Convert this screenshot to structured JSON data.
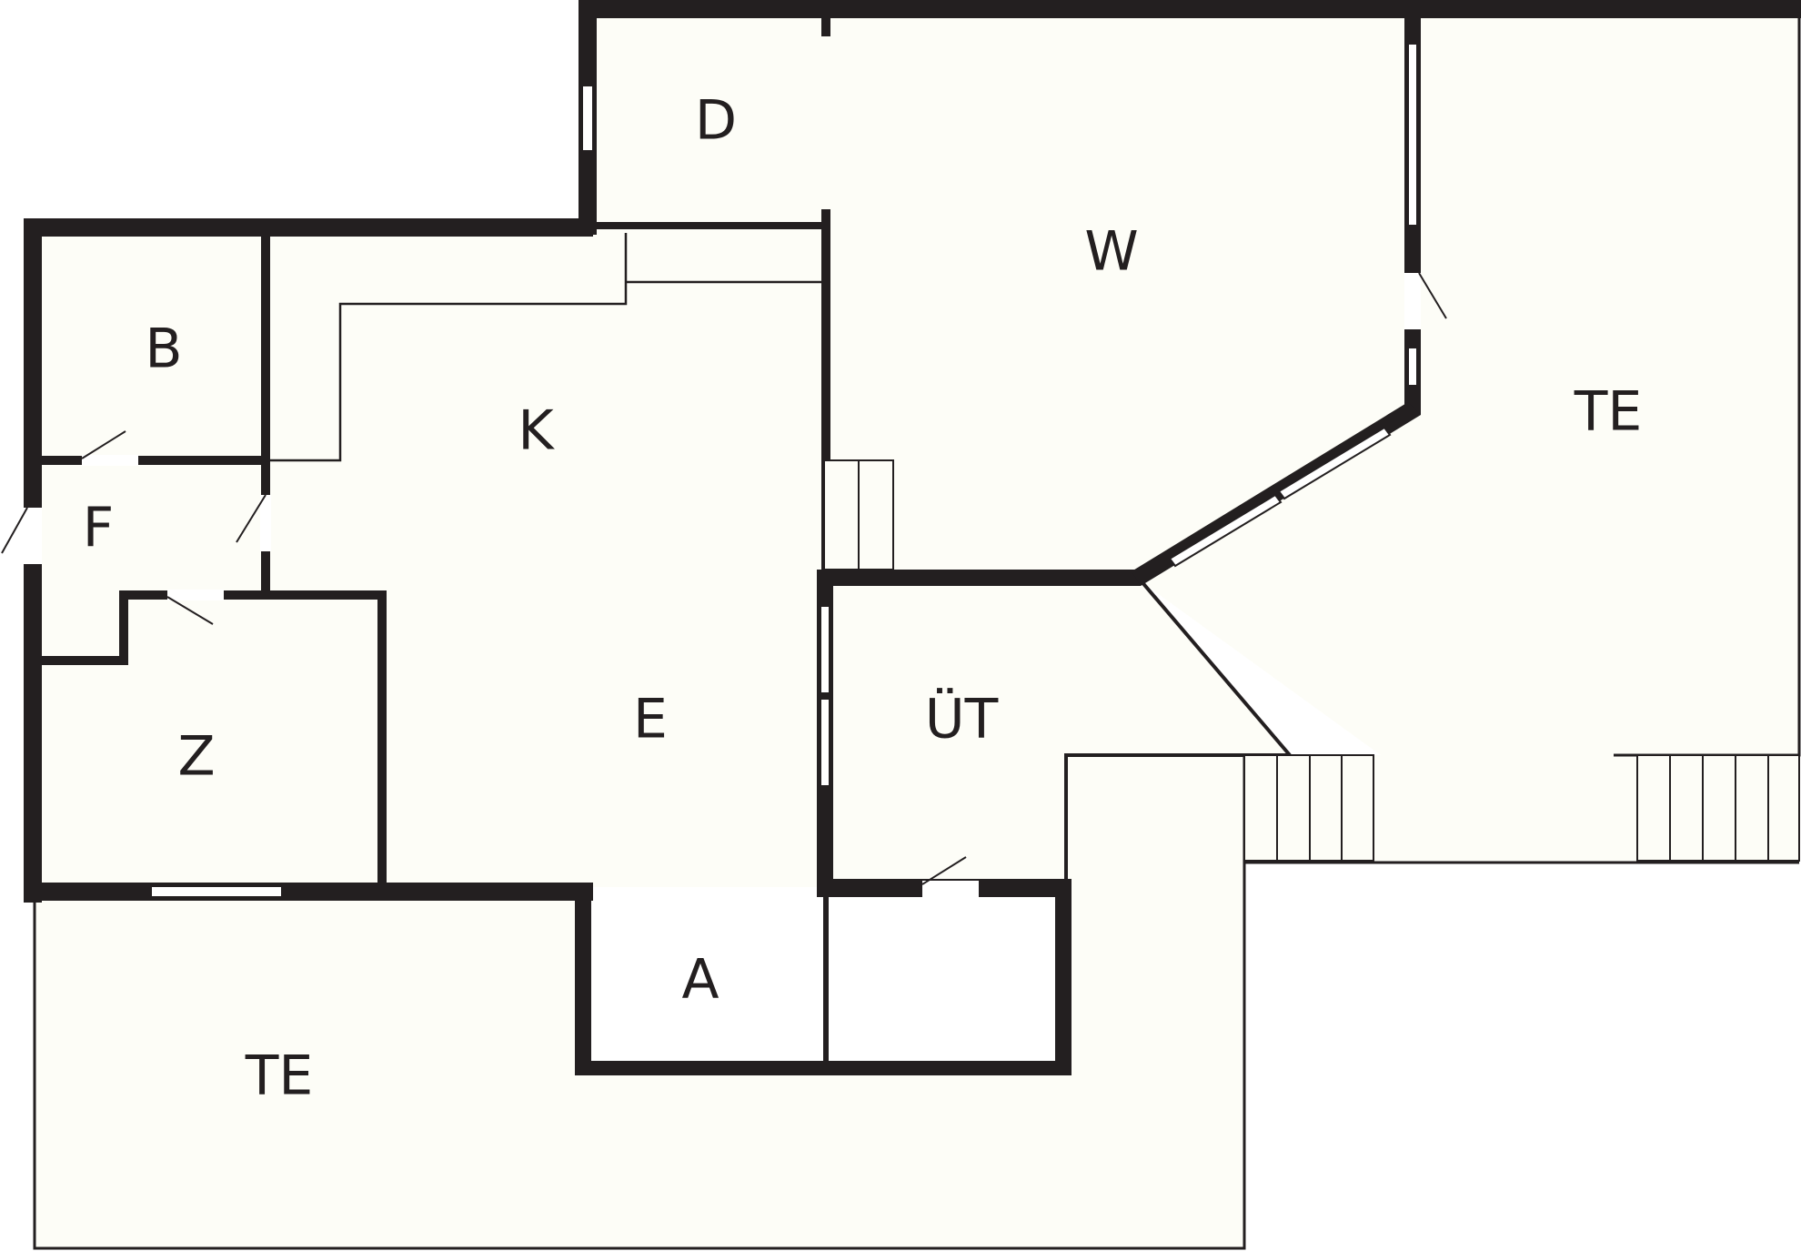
{
  "floor_plan": {
    "rooms": [
      {
        "id": "d",
        "label": "D"
      },
      {
        "id": "w",
        "label": "W"
      },
      {
        "id": "b",
        "label": "B"
      },
      {
        "id": "k",
        "label": "K"
      },
      {
        "id": "f",
        "label": "F"
      },
      {
        "id": "te-east",
        "label": "TE"
      },
      {
        "id": "e",
        "label": "E"
      },
      {
        "id": "ut",
        "label": "ÜT"
      },
      {
        "id": "z",
        "label": "Z"
      },
      {
        "id": "a",
        "label": "A"
      },
      {
        "id": "te-south",
        "label": "TE"
      }
    ],
    "colors": {
      "wall": "#231f20",
      "floor": "#fdfdf7",
      "background": "#ffffff",
      "opening": "#ffffff"
    }
  }
}
